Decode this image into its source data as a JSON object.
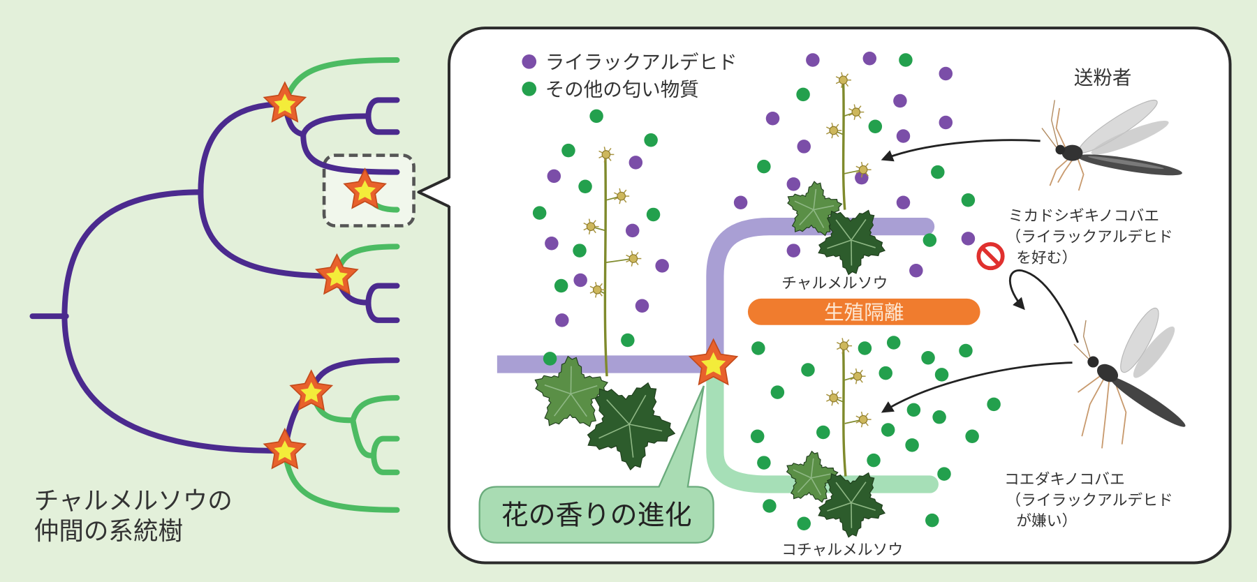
{
  "tree": {
    "caption": [
      "チャルメルソウの",
      "仲間の系統樹"
    ]
  },
  "legend": [
    {
      "label": "ライラックアルデヒド",
      "color": "#7b4ea8"
    },
    {
      "label": "その他の匂い物質",
      "color": "#23a04d"
    }
  ],
  "plants": [
    {
      "label": "チャルメルソウ"
    },
    {
      "label": "コチャルメルソウ"
    }
  ],
  "isolation": {
    "label": "生殖隔離"
  },
  "evolution": {
    "label": "花の香りの進化"
  },
  "pollinators": {
    "header": "送粉者",
    "items": [
      {
        "name": "ミカドシギキノコバエ",
        "note": [
          "（ライラックアルデヒド",
          "を好む）"
        ]
      },
      {
        "name": "コエダキノコバエ",
        "note": [
          "（ライラックアルデヒド",
          "が嫌い）"
        ]
      }
    ]
  },
  "icons": {
    "rejection": "no-entry-icon",
    "scent_change": "star-icon",
    "attraction": "arrow-icon"
  },
  "colors": {
    "background": "#e3f0da",
    "ancestral_branch": "#4b2a8e",
    "derived_branch": "#4cbb62",
    "star_outer": "#e8612c",
    "star_center": "#f3ec3a",
    "lilac_band": "#a99fd4",
    "other_band": "#a6dfb7",
    "isolation_pill": "#f07c2e",
    "evolution_bubble": "#a9dcb3",
    "panel_border": "#2b2b2b",
    "no_entry": "#e0302e"
  }
}
